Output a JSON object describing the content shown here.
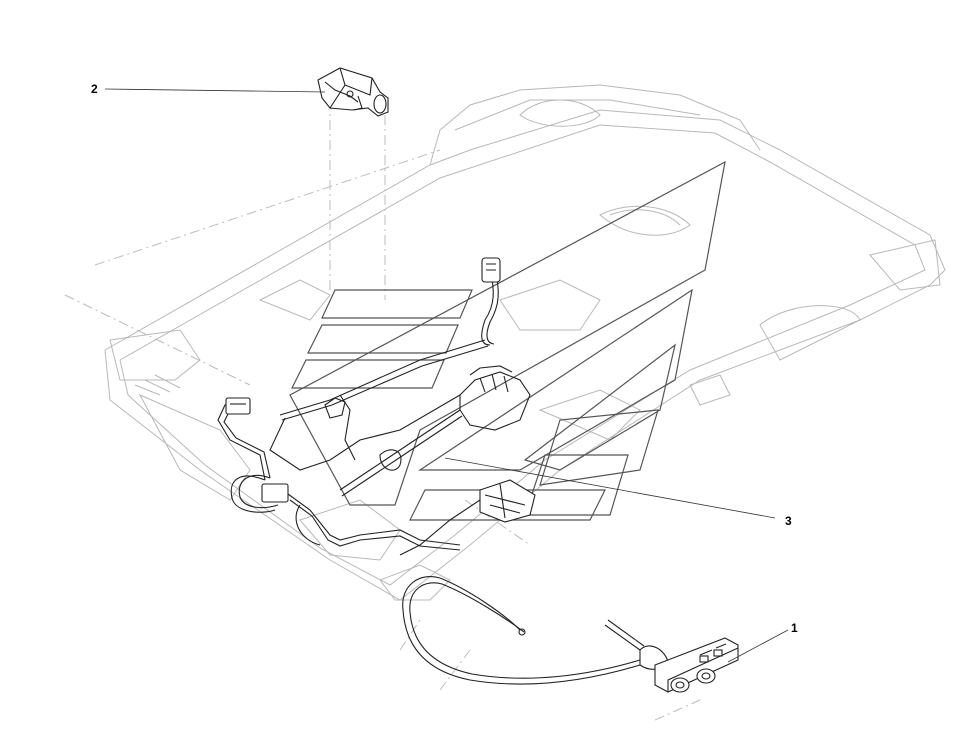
{
  "callouts": [
    {
      "id": "1",
      "label": "1"
    },
    {
      "id": "2",
      "label": "2"
    },
    {
      "id": "3",
      "label": "3"
    }
  ],
  "colors": {
    "line": "#222222",
    "ghost": "#b8b8b8",
    "background": "#ffffff"
  }
}
